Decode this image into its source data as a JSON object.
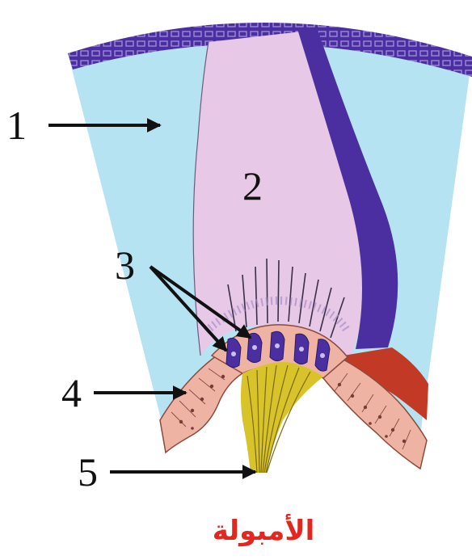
{
  "labels": [
    "1",
    "2",
    "3",
    "4",
    "5"
  ],
  "caption": "الأمبولة",
  "colors": {
    "endolymph": "#b5e3f2",
    "cupula": "#e7c8e6",
    "membrane": "#4b2fa1",
    "epithelium": "#efb3a3",
    "nerve": "#d9c32a",
    "vessel": "#c23a26",
    "caption": "#e3261e",
    "arrow": "#111111"
  }
}
